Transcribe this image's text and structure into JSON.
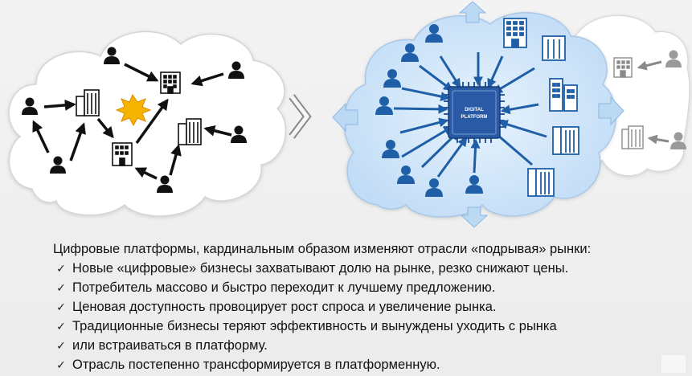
{
  "platform_chip": {
    "line1": "DIGITAL",
    "line2": "PLATFORM"
  },
  "icons": {
    "person": "person-icon",
    "building": "office-building-icon",
    "arrow_right": "chevron-right-icon",
    "explosion": "explosion-icon",
    "chip": "microchip-icon"
  },
  "colors": {
    "dark_icon": "#111111",
    "platform_blue": "#1f5fa8",
    "chip_fill": "#2a5aa5",
    "cloud_blue": "#cfe4f8",
    "outer_gray": "#9a9a9a",
    "explosion": "#f4b400"
  },
  "text": {
    "headline": "Цифровые платформы, кардинальным образом изменяют отрасли «подрывая» рынки:",
    "check_mark": "✓",
    "bullets": [
      "Новые «цифровые» бизнесы захватывают долю на рынке, резко снижают цены.",
      "Потребитель массово и быстро переходит к лучшему предложению.",
      "Ценовая доступность провоцирует рост спроса и увеличение рынка.",
      "Традиционные бизнесы теряют эффективность и вынуждены уходить с рынка",
      "или встраиваться в платформу.",
      "Отрасль постепенно трансформируется в платформенную."
    ]
  }
}
